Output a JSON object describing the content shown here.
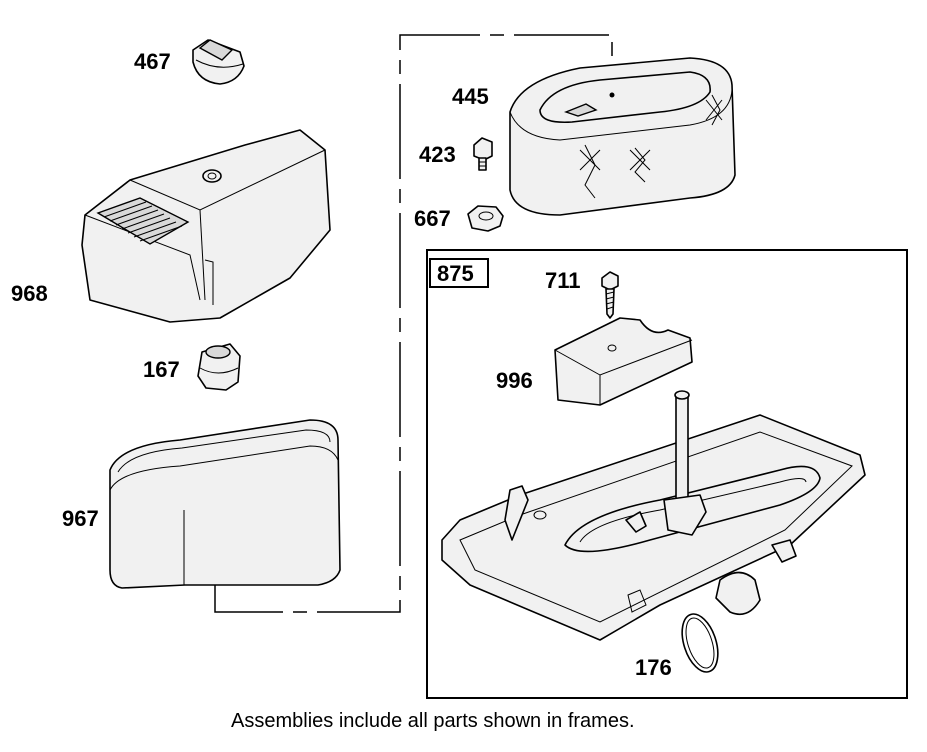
{
  "parts": {
    "p467": "467",
    "p968": "968",
    "p167": "167",
    "p967": "967",
    "p445": "445",
    "p423": "423",
    "p667": "667",
    "p875": "875",
    "p711": "711",
    "p996": "996",
    "p176": "176"
  },
  "caption": "Assemblies include all parts shown in frames."
}
